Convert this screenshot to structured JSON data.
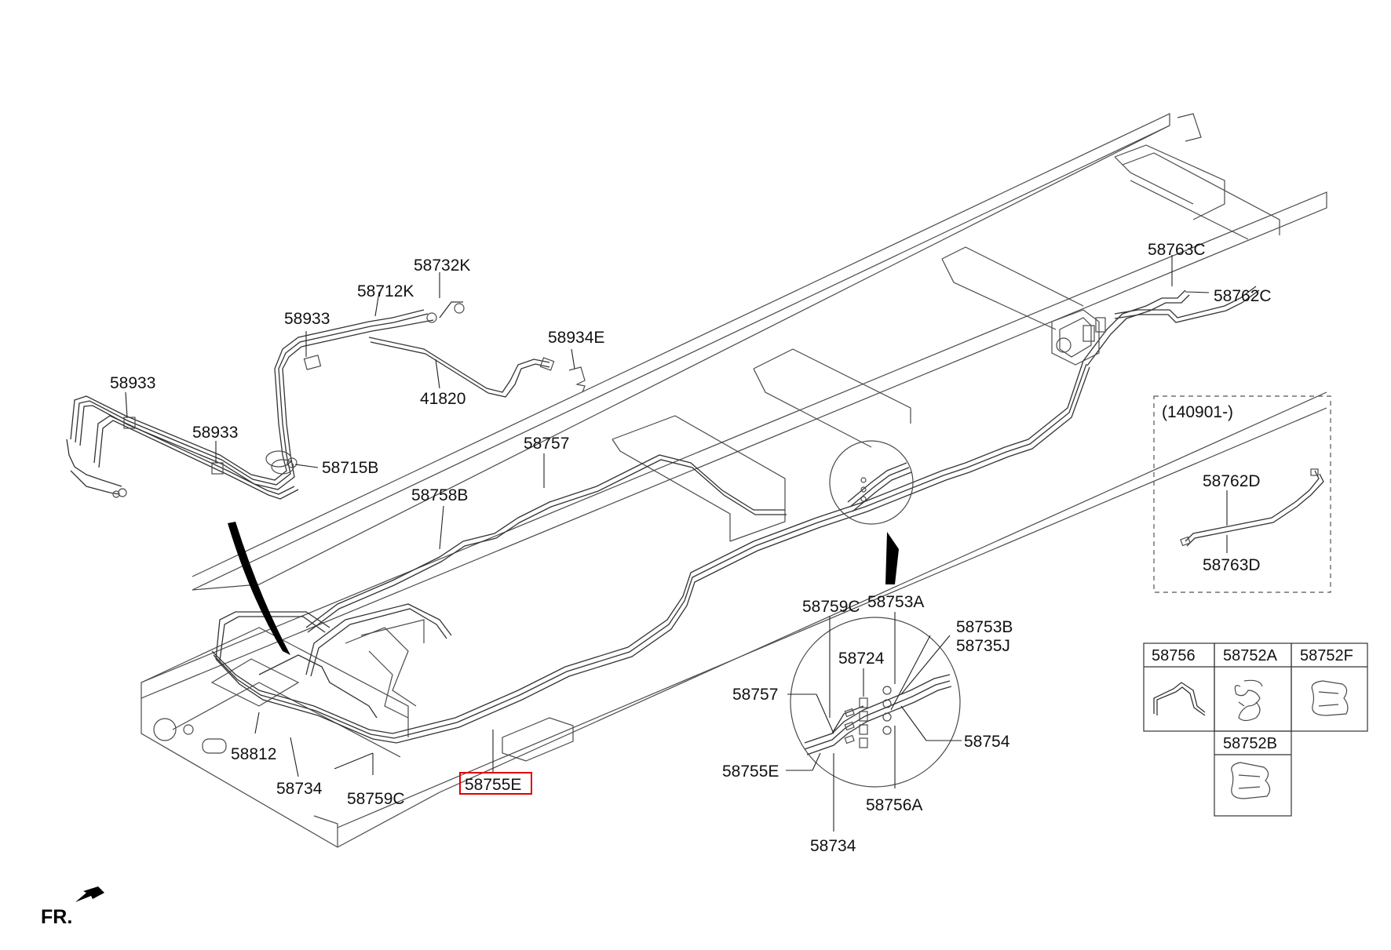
{
  "diagram": {
    "direction_label": "FR.",
    "inset_note": "(140901-)",
    "highlighted_part": "58755E",
    "part_labels": {
      "p58732K": "58732K",
      "p58712K": "58712K",
      "p58933_top": "58933",
      "p58933_left": "58933",
      "p58933_mid": "58933",
      "p58934E": "58934E",
      "p41820": "41820",
      "p58715B": "58715B",
      "p58757_main": "58757",
      "p58758B": "58758B",
      "p58812": "58812",
      "p58734_main": "58734",
      "p58759C_main": "58759C",
      "p58755E_main": "58755E",
      "p58763C": "58763C",
      "p58762C": "58762C",
      "p58762D": "58762D",
      "p58763D": "58763D",
      "p58759C_detail": "58759C",
      "p58753A": "58753A",
      "p58753B": "58753B",
      "p58735J": "58735J",
      "p58724": "58724",
      "p58757_detail": "58757",
      "p58754": "58754",
      "p58755E_detail": "58755E",
      "p58756A": "58756A",
      "p58734_detail": "58734"
    },
    "parts_table": {
      "headers": [
        "58756",
        "58752A",
        "58752F"
      ],
      "sub_header": "58752B"
    }
  }
}
